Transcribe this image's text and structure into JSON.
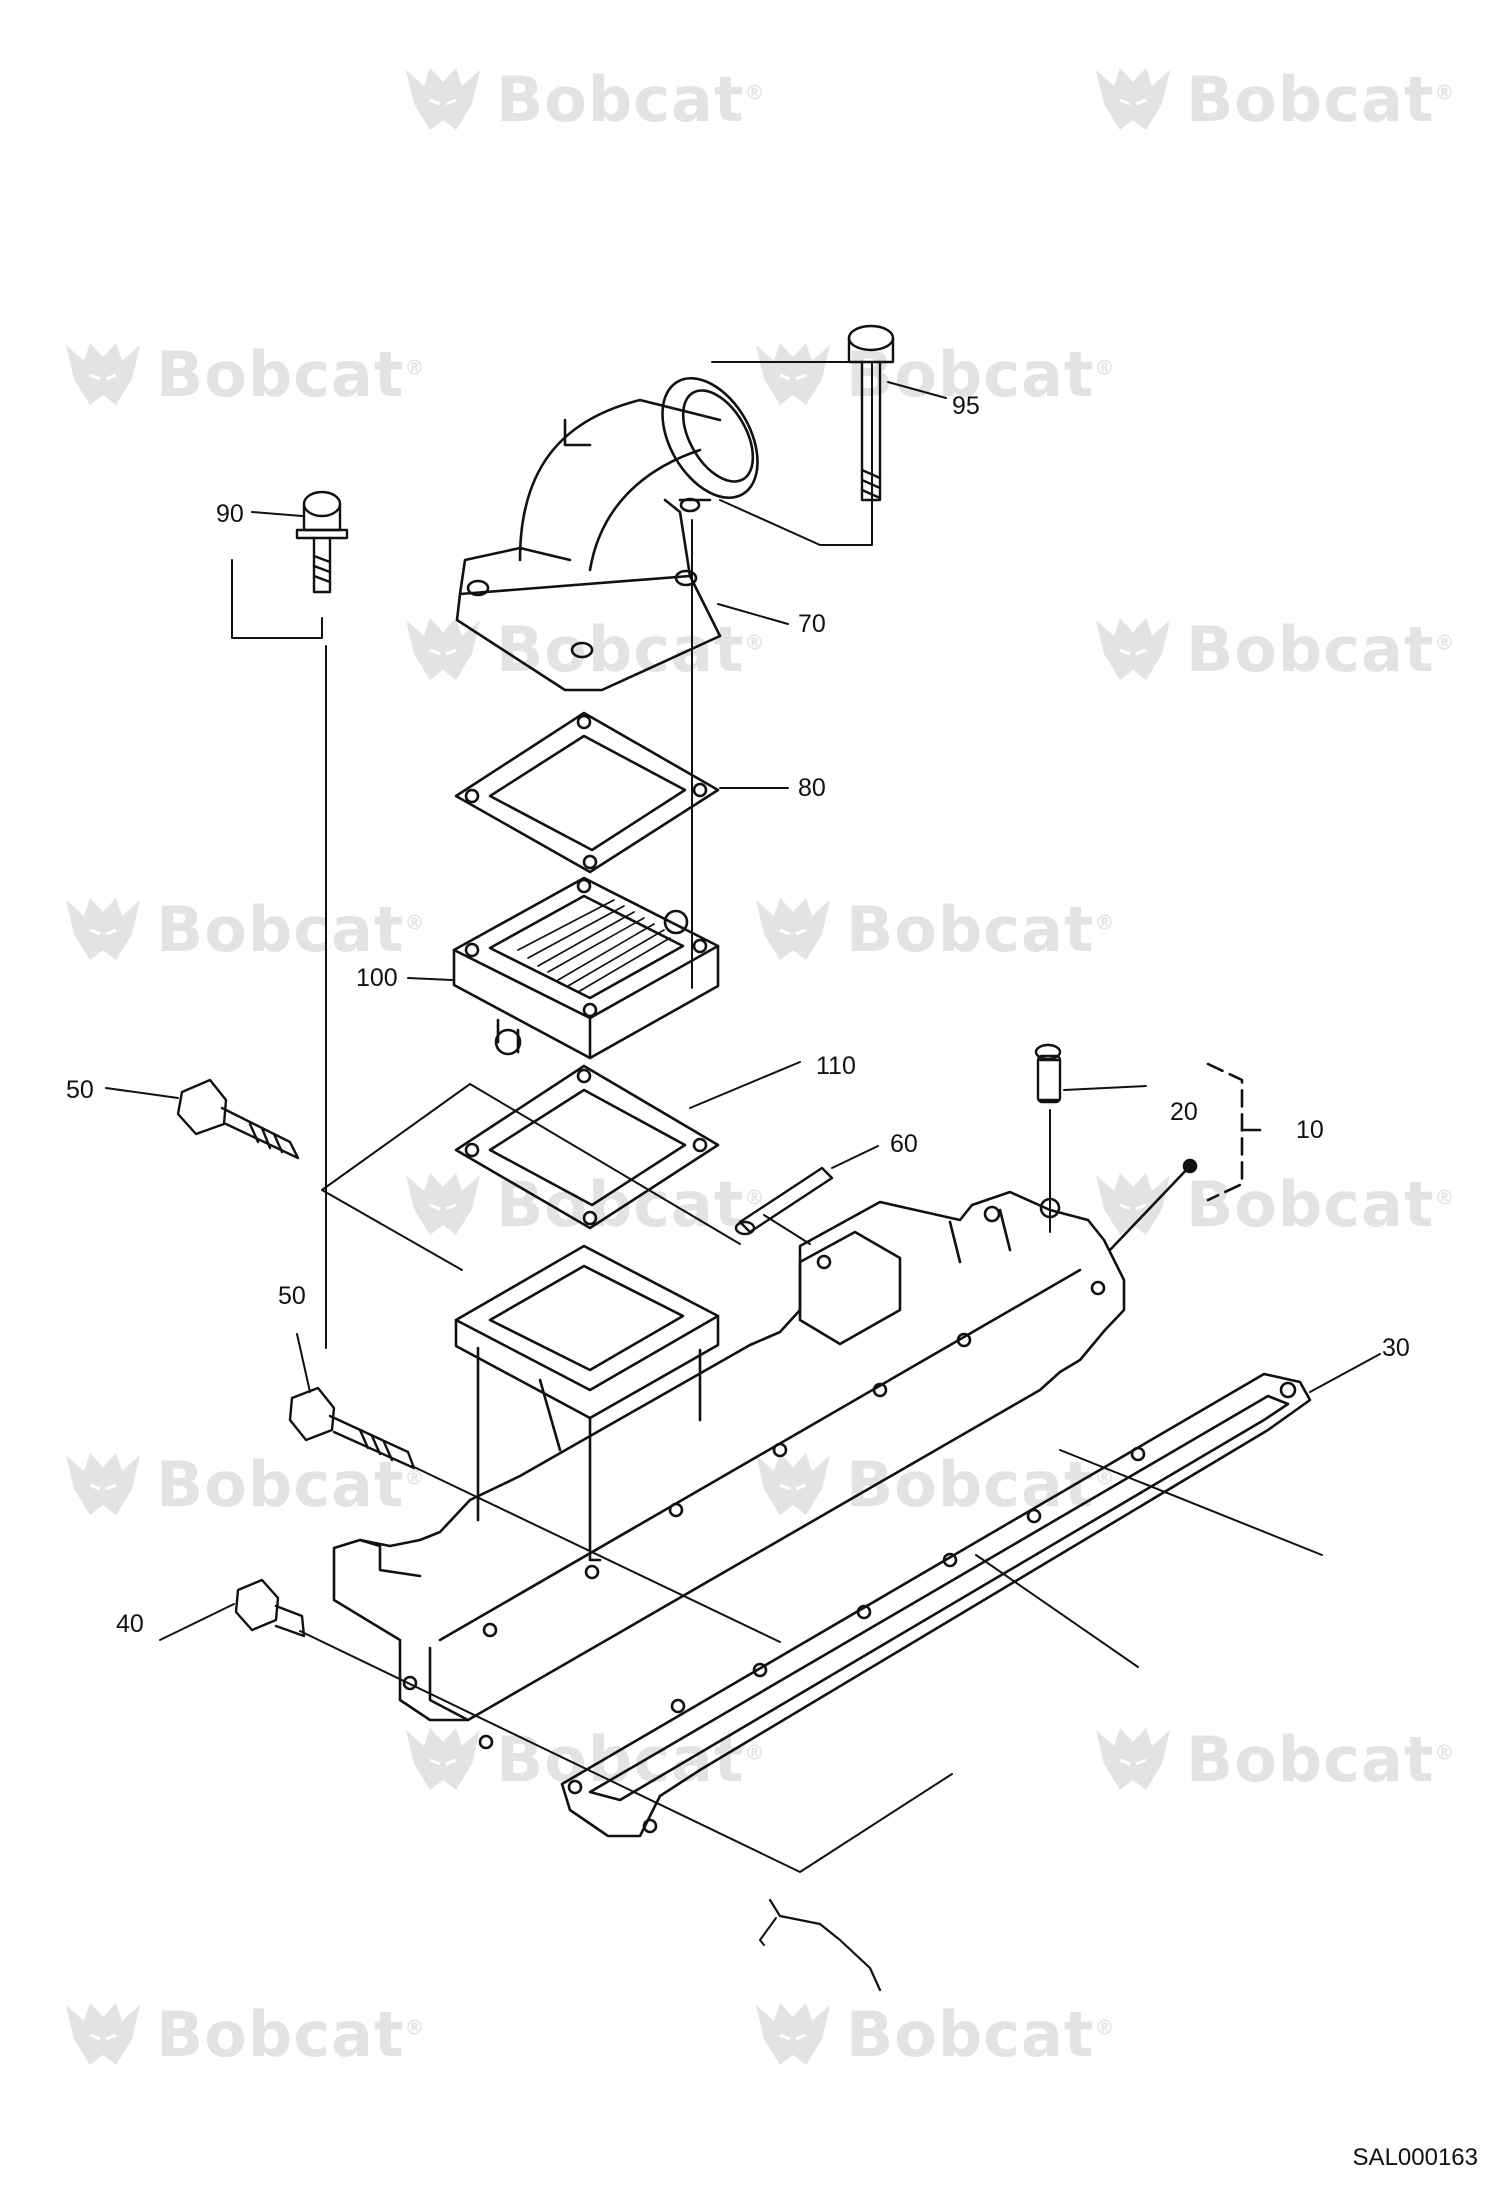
{
  "watermark": {
    "text": "Bobcat",
    "mark": "®"
  },
  "callouts": {
    "c95": "95",
    "c90": "90",
    "c70": "70",
    "c80": "80",
    "c100": "100",
    "c110": "110",
    "c50a": "50",
    "c20": "20",
    "c10": "10",
    "c60": "60",
    "c50b": "50",
    "c30": "30",
    "c40": "40"
  },
  "document_id": "SAL000163",
  "colors": {
    "line": "#111111",
    "watermark": "#333333",
    "background": "#ffffff"
  }
}
